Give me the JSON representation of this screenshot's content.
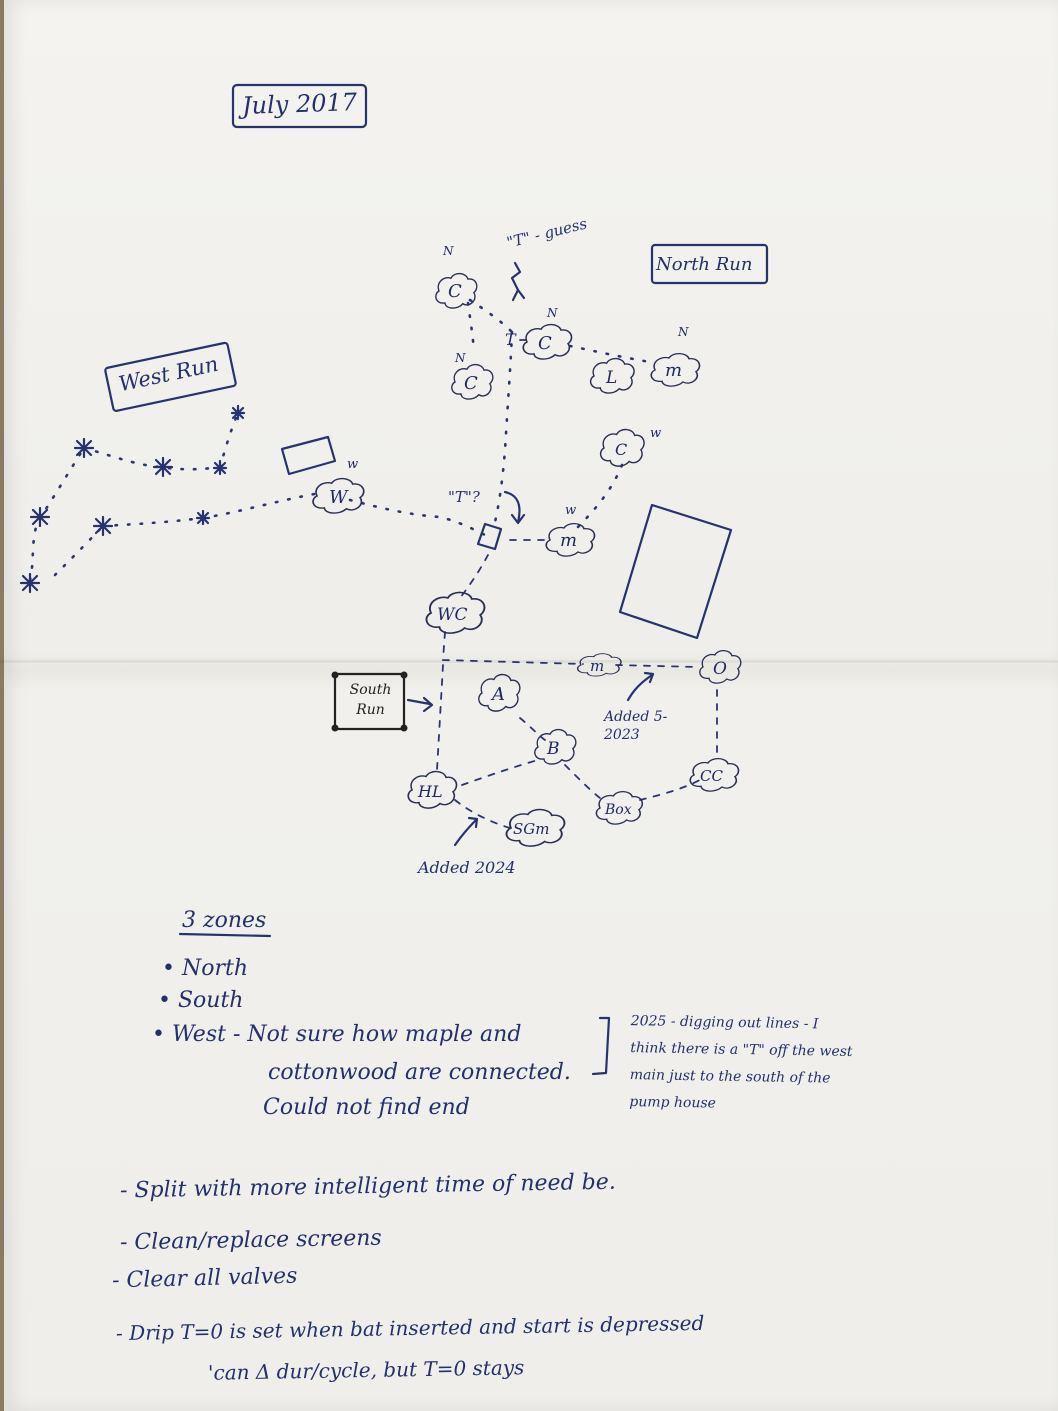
{
  "header": {
    "date_label": "July 2017"
  },
  "runs": {
    "west": "West Run",
    "north": "North Run",
    "south": "South Run"
  },
  "annotations": {
    "t_guess": "\"T\" - guess",
    "t_question": "\"T\"?",
    "added_2023": "Added 5-2023",
    "added_2024": "Added 2024"
  },
  "nodes": {
    "north_c1": "C",
    "north_c2": "C",
    "north_c3": "C",
    "north_l": "L",
    "north_m": "m",
    "north_tee": "T",
    "west_c": "C",
    "west_w": "W",
    "west_m": "m",
    "wc": "WC",
    "south_m": "m",
    "south_o": "O",
    "south_a": "A",
    "south_b": "B",
    "south_hl": "HL",
    "south_sgm": "SGm",
    "south_box": "Box",
    "south_cc": "CC"
  },
  "zone_markers": {
    "north": "N",
    "west": "w"
  },
  "notes": {
    "zones_heading": "3 zones",
    "zones": [
      "North",
      "South"
    ],
    "west_note_prefix": "West",
    "west_note": [
      "- Not sure how maple and",
      "cottonwood are connected.",
      "Could not find end"
    ],
    "side_note": [
      "2025 - digging out lines - I",
      "think there is a \"T\" off the west",
      "main just to the south of the",
      "pump house"
    ],
    "todo": [
      "- Split with more intelligent time of need be.",
      "- Clean/replace screens",
      "- Clear all valves",
      "- Drip T=0 is set when bat inserted and start is depressed",
      "'can Δ dur/cycle, but T=0 stays"
    ]
  },
  "colors": {
    "ink": "#26336e",
    "paper": "#f1f0ec",
    "table": "#8a7a63"
  }
}
